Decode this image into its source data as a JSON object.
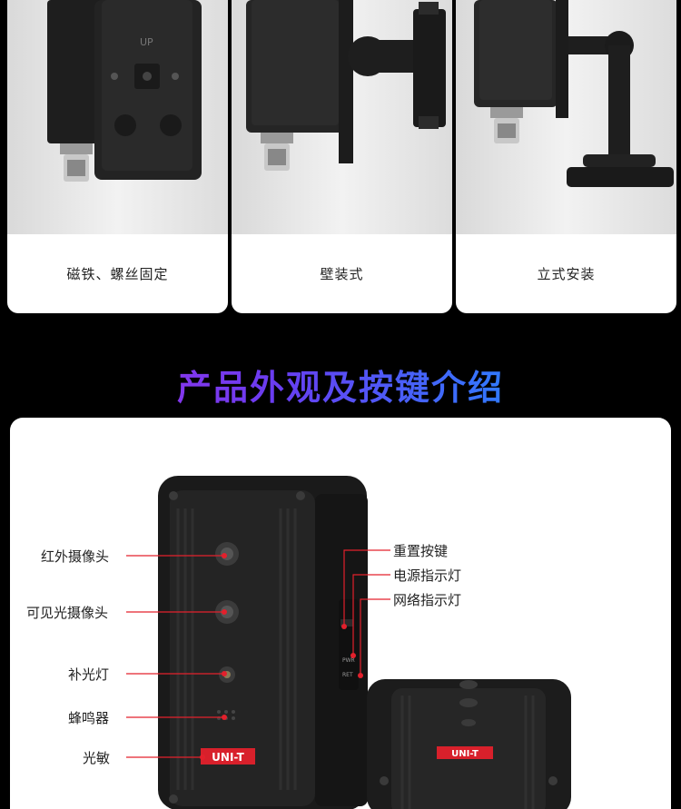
{
  "mount_options": [
    {
      "label": "磁铁、螺丝固定"
    },
    {
      "label": "壁装式"
    },
    {
      "label": "立式安装"
    }
  ],
  "section_title": "产品外观及按键介绍",
  "left_callouts": [
    {
      "label": "红外摄像头"
    },
    {
      "label": "可见光摄像头"
    },
    {
      "label": "补光灯"
    },
    {
      "label": "蜂鸣器"
    },
    {
      "label": "光敏"
    }
  ],
  "right_callouts": [
    {
      "label": "重置按键"
    },
    {
      "label": "电源指示灯"
    },
    {
      "label": "网络指示灯"
    }
  ],
  "device": {
    "brand": "UNI-T",
    "back_label": "UP",
    "port_labels": [
      "PWR",
      "RET"
    ]
  },
  "colors": {
    "accent": "#e3202c",
    "heading_start": "#b02ee6",
    "heading_end": "#35a5ff"
  }
}
